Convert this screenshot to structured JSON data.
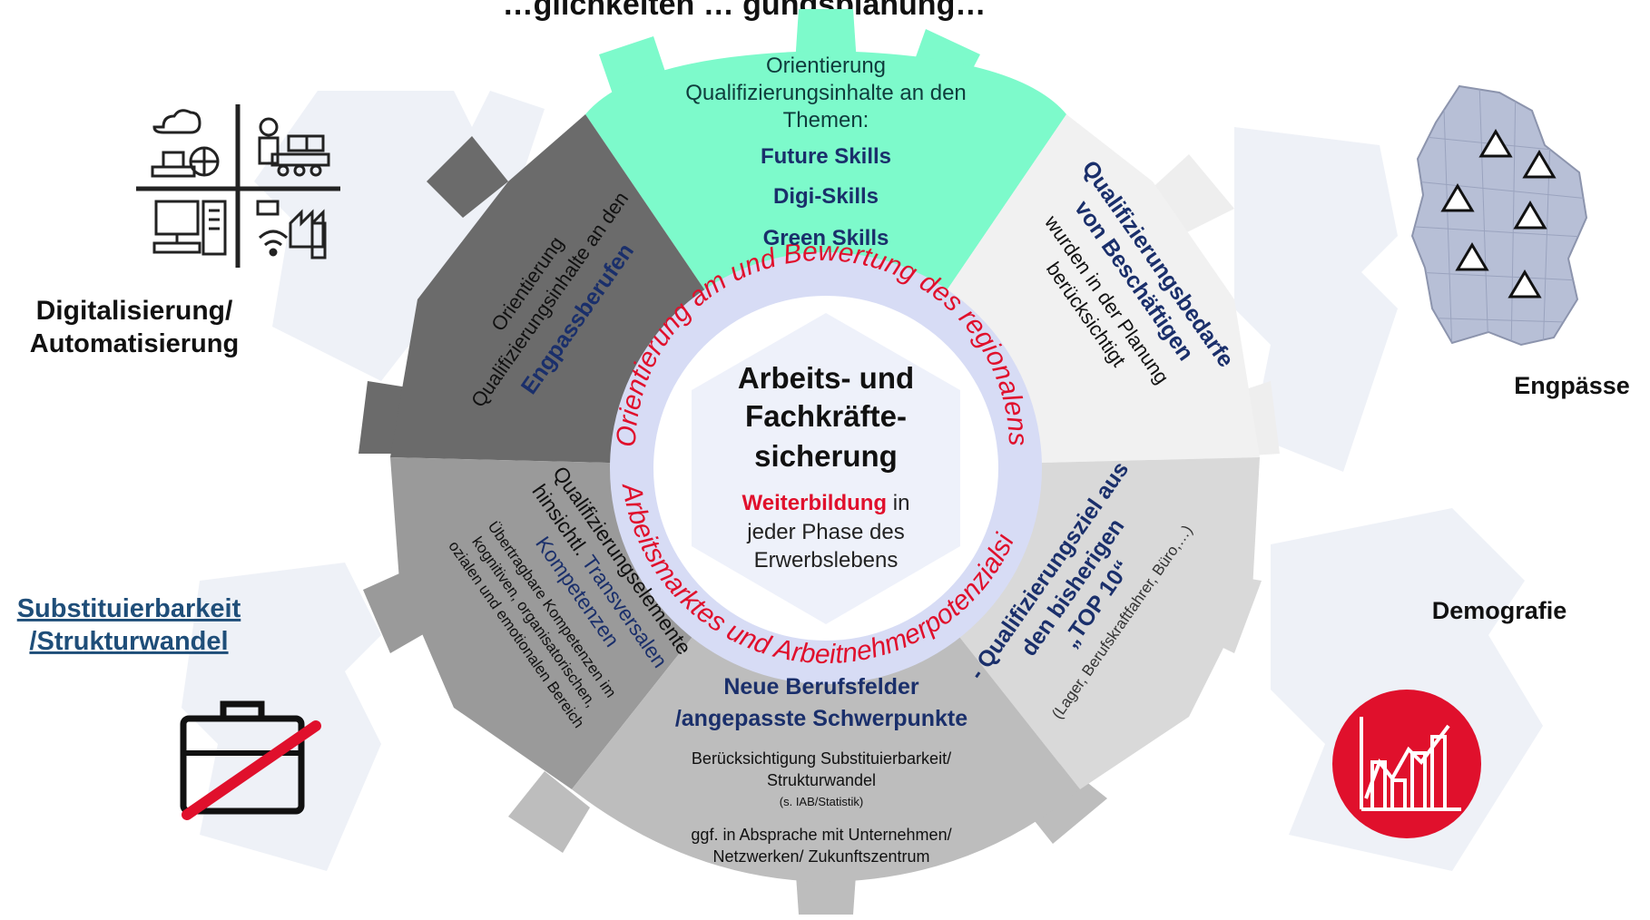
{
  "title": "…glichkeiten … gungsplanung…",
  "left": {
    "digital_label": [
      "Digitalisierung/",
      "Automatisierung"
    ],
    "substitution_label_1": "Substituierbarkeit",
    "substitution_label_2": "/Strukturwandel"
  },
  "right": {
    "engpaesse_label": "Engpässe",
    "demografie_label": "Demografie"
  },
  "center": {
    "title_lines": [
      "Arbeits- und",
      "Fachkräfte-",
      "sicherung"
    ],
    "sub_red": "Weiterbildung",
    "sub_rest_1": " in",
    "sub_rest_2": "jeder Phase des",
    "sub_rest_3": "Erwerbslebens",
    "ring_top": "Orientierung am und Bewertung des regionalens",
    "ring_bottom": "Arbeitsmarktes und Arbeitnehmerpotenzialsi"
  },
  "segments": {
    "top": {
      "lines": [
        "Orientierung",
        "Qualifizierungsinhalte an den",
        "Themen:"
      ],
      "skills": [
        "Future Skills",
        "Digi-Skills",
        "Green Skills"
      ]
    },
    "upper_left": {
      "lines": [
        "Orientierung",
        "Qualifizierungsinhalte an den"
      ],
      "highlight": "Engpassberufen"
    },
    "upper_right": {
      "highlight": [
        "Qualifizierungsbedarfe",
        "von Beschäftigen"
      ],
      "lines": [
        "wurden in der Planung",
        "berücksichtigt"
      ]
    },
    "lower_left": {
      "lines": [
        "Qualifizierungselemente",
        "hinsichtl."
      ],
      "highlight_1": "Transversalen",
      "highlight_2": "Kompetenzen",
      "small": [
        "Übertragbare Kompetenzen im",
        "kognitiven, organisatorischen,",
        "ozialen und emotionalen Bereich"
      ]
    },
    "lower_right": {
      "highlight": [
        "- Qualifizierungsziel aus",
        "den bisherigen",
        "„TOP 10“"
      ],
      "small": "(Lager, Berufskraftfahrer, Büro,…)"
    },
    "bottom": {
      "highlight": [
        "Neue Berufsfelder",
        "/angepasste Schwerpunkte"
      ],
      "lines": [
        "Berücksichtigung Substituierbarkeit/",
        "Strukturwandel"
      ],
      "tiny": "(s. IAB/Statistik)",
      "lines2": [
        "ggf. in Absprache mit Unternehmen/",
        "Netzwerken/ Zukunftszentrum"
      ]
    }
  },
  "colors": {
    "top": "#7dfacb",
    "upper_left": "#6b6b6b",
    "upper_right": "#f2f2f2",
    "lower_left": "#9a9a9a",
    "lower_right": "#d9d9d9",
    "bottom": "#bdbdbd",
    "accent_red": "#e0102c",
    "dark_blue": "#1a2f6b",
    "teal_dark": "#0f3c3c"
  },
  "icons": [
    "automation-icon-grid",
    "germany-map-icon",
    "briefcase-crossed-icon",
    "demografie-chart-icon"
  ]
}
